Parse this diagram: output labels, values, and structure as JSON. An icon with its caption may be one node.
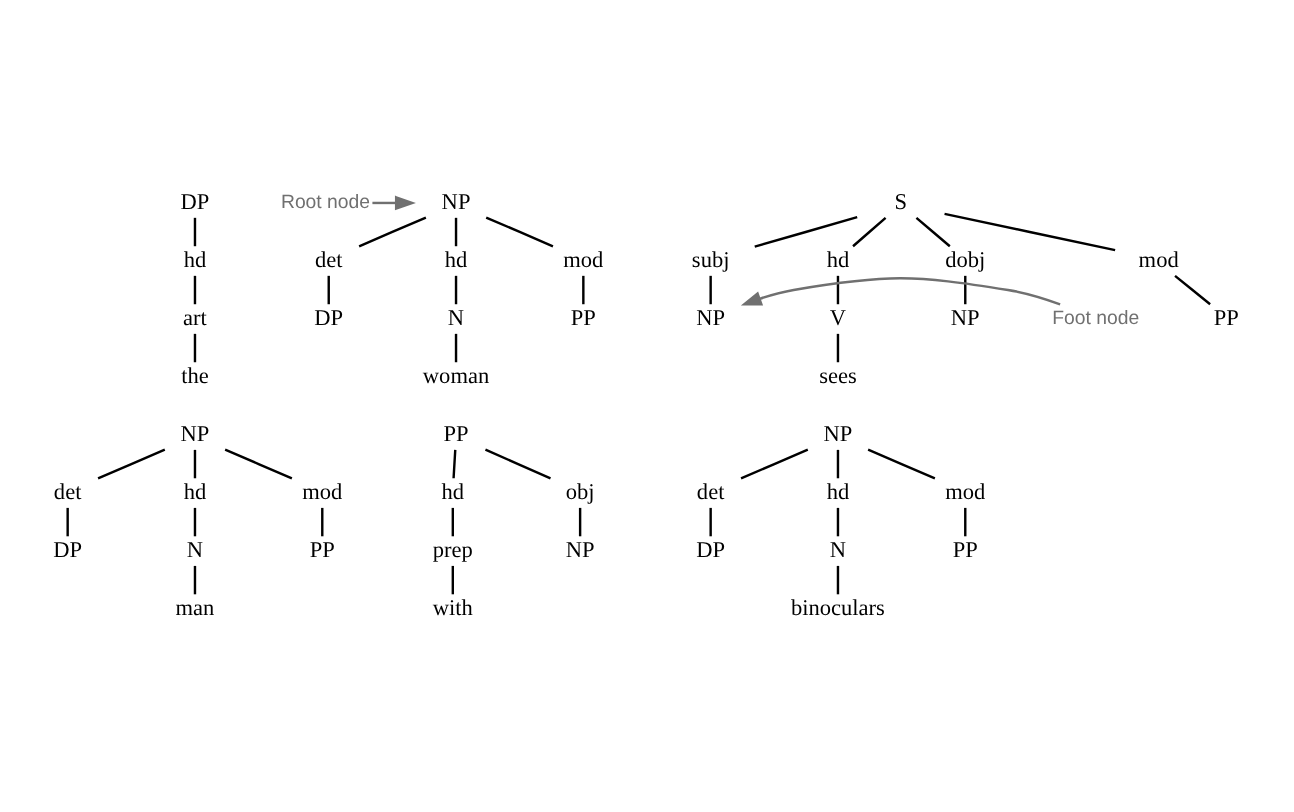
{
  "diagram": {
    "nodes": [
      {
        "text": [
          "DP"
        ]
      },
      {
        "text": [
          "hd"
        ]
      },
      {
        "text": [
          "art"
        ]
      },
      {
        "text": [
          "the"
        ]
      },
      {
        "text": [
          "NP"
        ]
      },
      {
        "text": [
          "det"
        ]
      },
      {
        "text": [
          "hd"
        ]
      },
      {
        "text": [
          "mod"
        ]
      },
      {
        "text": [
          "DP"
        ]
      },
      {
        "text": [
          "N"
        ]
      },
      {
        "text": [
          "PP"
        ]
      },
      {
        "text": [
          "woman"
        ]
      },
      {
        "text": [
          "S"
        ]
      },
      {
        "text": [
          "subj"
        ]
      },
      {
        "text": [
          "hd"
        ]
      },
      {
        "text": [
          "dobj"
        ]
      },
      {
        "text": [
          "mod"
        ]
      },
      {
        "text": [
          "NP"
        ]
      },
      {
        "text": [
          "V"
        ]
      },
      {
        "text": [
          "NP"
        ]
      },
      {
        "text": [
          "PP"
        ]
      },
      {
        "text": [
          "sees"
        ]
      },
      {
        "text": [
          "Root node"
        ]
      },
      {
        "text": [
          "Foot node"
        ]
      },
      {
        "text": [
          "NP"
        ]
      },
      {
        "text": [
          "det"
        ]
      },
      {
        "text": [
          "hd"
        ]
      },
      {
        "text": [
          "mod"
        ]
      },
      {
        "text": [
          "DP"
        ]
      },
      {
        "text": [
          "N"
        ]
      },
      {
        "text": [
          "PP"
        ]
      },
      {
        "text": [
          "man"
        ]
      },
      {
        "text": [
          "PP"
        ]
      },
      {
        "text": [
          "hd"
        ]
      },
      {
        "text": [
          "obj"
        ]
      },
      {
        "text": [
          "prep"
        ]
      },
      {
        "text": [
          "NP"
        ]
      },
      {
        "text": [
          "with"
        ]
      },
      {
        "text": [
          "NP"
        ]
      },
      {
        "text": [
          "det"
        ]
      },
      {
        "text": [
          "hd"
        ]
      },
      {
        "text": [
          "mod"
        ]
      },
      {
        "text": [
          "DP"
        ]
      },
      {
        "text": [
          "N"
        ]
      },
      {
        "text": [
          "PP"
        ]
      },
      {
        "text": [
          "binoculars"
        ]
      }
    ],
    "edges": [
      {
        "from": 0,
        "to": 1,
        "arrow": "none"
      },
      {
        "from": 1,
        "to": 2,
        "arrow": "none"
      },
      {
        "from": 2,
        "to": 3,
        "arrow": "none"
      },
      {
        "from": 4,
        "to": 5,
        "arrow": "none"
      },
      {
        "from": 4,
        "to": 6,
        "arrow": "none"
      },
      {
        "from": 4,
        "to": 7,
        "arrow": "none"
      },
      {
        "from": 5,
        "to": 8,
        "arrow": "none"
      },
      {
        "from": 6,
        "to": 9,
        "arrow": "none"
      },
      {
        "from": 7,
        "to": 10,
        "arrow": "none"
      },
      {
        "from": 9,
        "to": 11,
        "arrow": "none"
      },
      {
        "from": 12,
        "to": 13,
        "arrow": "none"
      },
      {
        "from": 12,
        "to": 14,
        "arrow": "none"
      },
      {
        "from": 12,
        "to": 15,
        "arrow": "none"
      },
      {
        "from": 12,
        "to": 16,
        "arrow": "none"
      },
      {
        "from": 13,
        "to": 17,
        "arrow": "none"
      },
      {
        "from": 14,
        "to": 18,
        "arrow": "none"
      },
      {
        "from": 15,
        "to": 19,
        "arrow": "none"
      },
      {
        "from": 16,
        "to": 20,
        "arrow": "none"
      },
      {
        "from": 18,
        "to": 21,
        "arrow": "none"
      },
      {
        "from": 22,
        "to": 4,
        "arrow": "to",
        "color": "#707070"
      },
      {
        "from": 23,
        "to": 17,
        "arrow": "to",
        "color": "#707070"
      },
      {
        "from": 24,
        "to": 25,
        "arrow": "none"
      },
      {
        "from": 24,
        "to": 26,
        "arrow": "none"
      },
      {
        "from": 24,
        "to": 27,
        "arrow": "none"
      },
      {
        "from": 25,
        "to": 28,
        "arrow": "none"
      },
      {
        "from": 26,
        "to": 29,
        "arrow": "none"
      },
      {
        "from": 27,
        "to": 30,
        "arrow": "none"
      },
      {
        "from": 29,
        "to": 31,
        "arrow": "none"
      },
      {
        "from": 32,
        "to": 33,
        "arrow": "none"
      },
      {
        "from": 32,
        "to": 34,
        "arrow": "none"
      },
      {
        "from": 33,
        "to": 35,
        "arrow": "none"
      },
      {
        "from": 34,
        "to": 36,
        "arrow": "none"
      },
      {
        "from": 35,
        "to": 37,
        "arrow": "none"
      },
      {
        "from": 38,
        "to": 39,
        "arrow": "none"
      },
      {
        "from": 38,
        "to": 40,
        "arrow": "none"
      },
      {
        "from": 38,
        "to": 41,
        "arrow": "none"
      },
      {
        "from": 39,
        "to": 42,
        "arrow": "none"
      },
      {
        "from": 40,
        "to": 43,
        "arrow": "none"
      },
      {
        "from": 41,
        "to": 44,
        "arrow": "none"
      },
      {
        "from": 43,
        "to": 45,
        "arrow": "none"
      }
    ]
  }
}
